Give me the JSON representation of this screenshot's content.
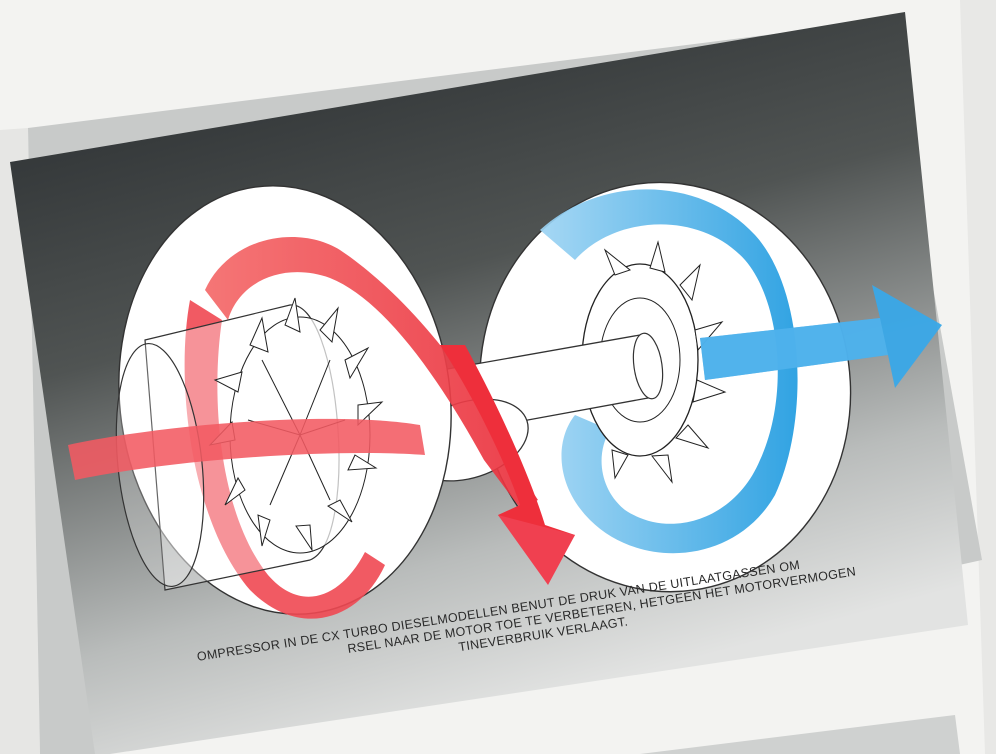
{
  "caption": {
    "line1": "OMPRESSOR IN DE CX TURBO DIESELMODELLEN BENUT DE DRUK VAN DE UITLAATGASSEN OM",
    "line2": "RSEL NAAR DE MOTOR TOE TE VERBETEREN, HETGEEN HET MOTORVERMOGEN",
    "line3": "TINEVERBRUIK VERLAAGT."
  },
  "colors": {
    "page": "#f3f3f1",
    "panel_dark": "#2b2f2e",
    "panel_light": "#d8dad8",
    "hot_flow": "#ef3a44",
    "cold_flow": "#3aa7e6",
    "housing": "#ffffff"
  },
  "illustration": {
    "subject": "turbocharger-cutaway",
    "flows": [
      "hot-exhaust-flow-red",
      "cold-intake-flow-blue"
    ]
  }
}
